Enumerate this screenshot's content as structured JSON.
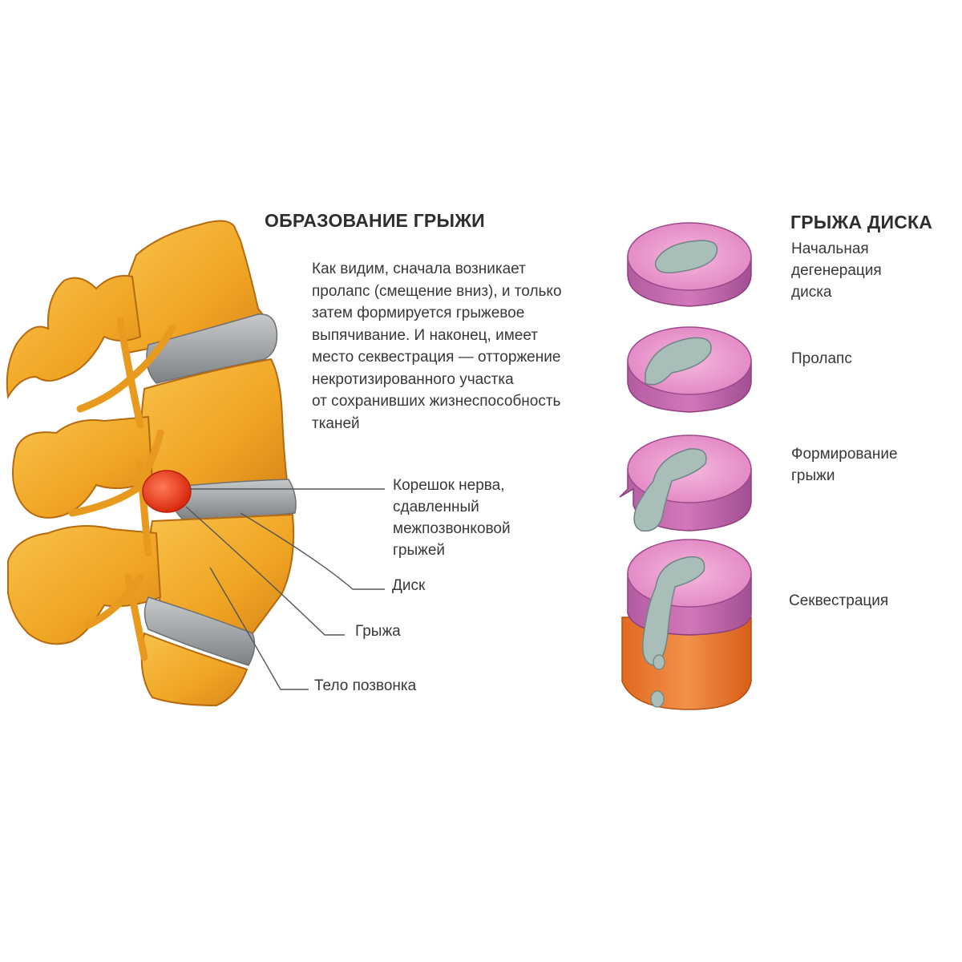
{
  "left": {
    "title": "ОБРАЗОВАНИЕ ГРЫЖИ",
    "description": [
      "Как видим, сначала возникает",
      "пролапс (смещение вниз), и только",
      "затем формируется грыжевое",
      "выпячивание. И наконец, имеет",
      "место секвестрация — отторжение",
      "некротизированного участка",
      "от сохранивших жизнеспособность",
      "тканей"
    ],
    "labels": {
      "nerve": [
        "Корешок нерва,",
        "сдавленный",
        "межпозвонковой",
        "грыжей"
      ],
      "disc": "Диск",
      "hernia": "Грыжа",
      "vertebra_body": "Тело позвонка"
    }
  },
  "right": {
    "title": "ГРЫЖА ДИСКА",
    "stages": [
      {
        "lines": [
          "Начальная",
          "дегенерация",
          "диска"
        ]
      },
      {
        "lines": [
          "Пролапс"
        ]
      },
      {
        "lines": [
          "Формирование",
          "грыжи"
        ]
      },
      {
        "lines": [
          "Секвестрация"
        ]
      }
    ]
  },
  "colors": {
    "bone": "#F0A523",
    "bone_dark": "#C9770F",
    "disc_gray": "#A9ACAE",
    "nucleus": "#9FB5B2",
    "disc_pink": "#E58BC7",
    "disc_side": "#B35BA2",
    "hernia_red": "#E43A1E",
    "vertebra_orange": "#EE7B2C",
    "leader_line": "#555555"
  }
}
